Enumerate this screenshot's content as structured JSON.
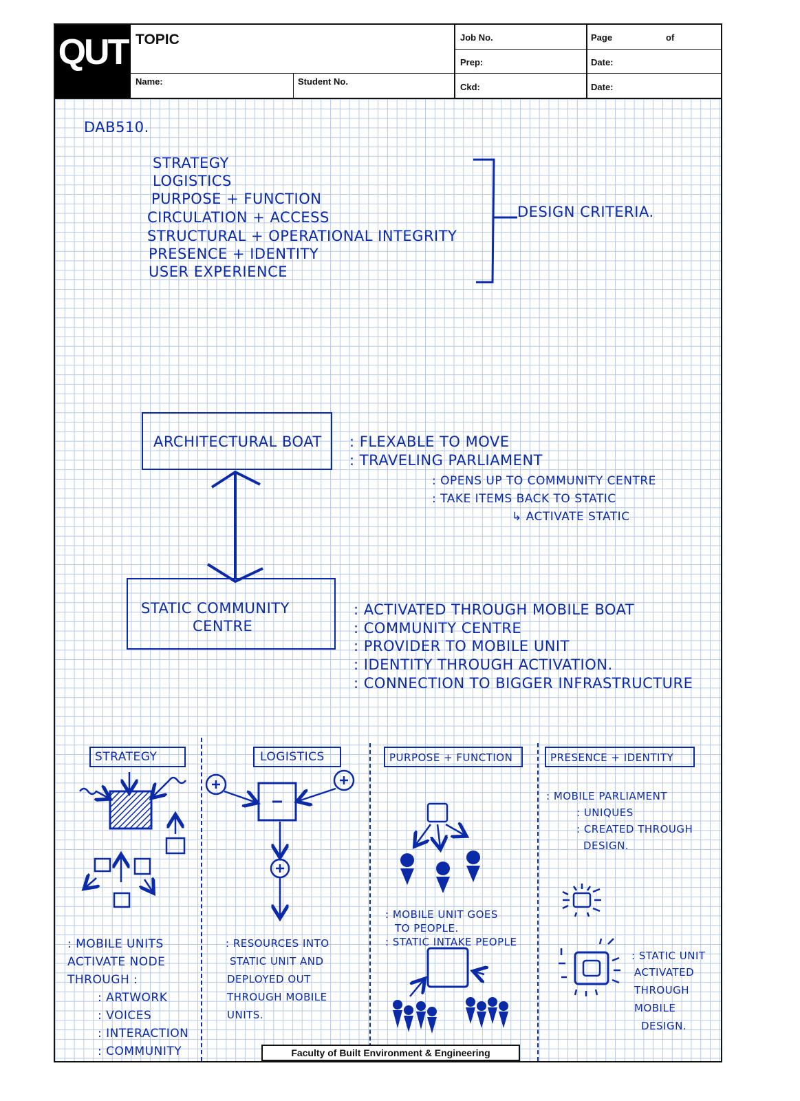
{
  "header": {
    "logo": "QUT",
    "topic_label": "TOPIC",
    "name_label": "Name:",
    "student_label": "Student No.",
    "job_label": "Job No.",
    "page_label": "Page",
    "of_label": "of",
    "prep_label": "Prep:",
    "date_label_1": "Date:",
    "ckd_label": "Ckd:",
    "date_label_2": "Date:"
  },
  "notes": {
    "code": "DAB510.",
    "criteria": [
      "STRATEGY",
      "LOGISTICS",
      "PURPOSE + FUNCTION",
      "CIRCULATION + ACCESS",
      "STRUCTURAL + OPERATIONAL INTEGRITY",
      "PRESENCE + IDENTITY",
      "USER EXPERIENCE"
    ],
    "criteria_label": "DESIGN CRITERIA."
  },
  "diagram": {
    "boat_box": "ARCHITECTURAL BOAT",
    "boat_notes": [
      ": FLEXABLE TO MOVE",
      ": TRAVELING PARLIAMENT",
      ": OPENS UP TO COMMUNITY CENTRE",
      ": TAKE ITEMS BACK TO STATIC",
      "↳ ACTIVATE STATIC"
    ],
    "static_box_line1": "STATIC COMMUNITY",
    "static_box_line2": "CENTRE",
    "static_notes": [
      ": ACTIVATED THROUGH MOBILE BOAT",
      ": COMMUNITY CENTRE",
      ": PROVIDER TO MOBILE UNIT",
      ": IDENTITY THROUGH ACTIVATION.",
      ": CONNECTION TO BIGGER INFRASTRUCTURE"
    ]
  },
  "columns": {
    "strategy": {
      "title": "STRATEGY",
      "notes": [
        ": MOBILE UNITS",
        "ACTIVATE NODE",
        "THROUGH :",
        ": ARTWORK",
        ": VOICES",
        ": INTERACTION",
        ": COMMUNITY"
      ]
    },
    "logistics": {
      "title": "LOGISTICS",
      "notes": [
        ": RESOURCES INTO",
        "STATIC UNIT AND",
        "DEPLOYED OUT",
        "THROUGH MOBILE",
        "UNITS."
      ]
    },
    "purpose": {
      "title": "PURPOSE + FUNCTION",
      "notes": [
        ": MOBILE UNIT GOES",
        "TO PEOPLE.",
        ": STATIC INTAKE PEOPLE"
      ]
    },
    "presence": {
      "title": "PRESENCE + IDENTITY",
      "notes": [
        ": MOBILE PARLIAMENT",
        ": UNIQUES",
        ": CREATED THROUGH",
        "DESIGN."
      ],
      "notes2": [
        ": STATIC UNIT",
        "ACTIVATED",
        "THROUGH",
        "MOBILE",
        "DESIGN."
      ]
    }
  },
  "footer": "Faculty of Built Environment & Engineering",
  "colors": {
    "ink": "#0b2aa8",
    "grid": "#b7c9e6",
    "frame": "#111111"
  }
}
